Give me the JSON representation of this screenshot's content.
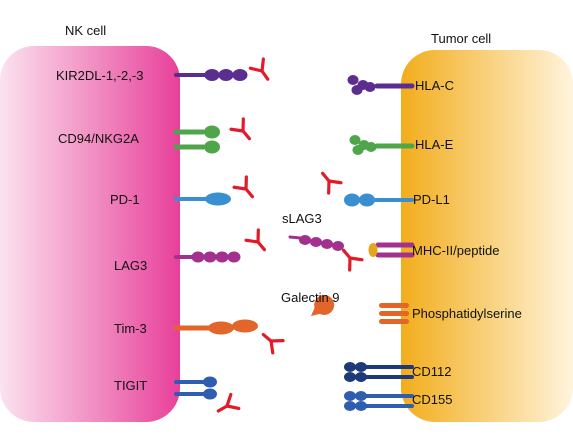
{
  "nk_cell": {
    "title": "NK cell",
    "receptors": [
      {
        "key": "kir",
        "label": "KIR2DL-1,-2,-3"
      },
      {
        "key": "cd94",
        "label": "CD94/NKG2A"
      },
      {
        "key": "pd1",
        "label": "PD-1"
      },
      {
        "key": "lag3",
        "label": "LAG3"
      },
      {
        "key": "tim3",
        "label": "Tim-3"
      },
      {
        "key": "tigit",
        "label": "TIGIT"
      }
    ]
  },
  "tumor_cell": {
    "title": "Tumor cell",
    "ligands": [
      {
        "key": "hlac",
        "label": "HLA-C"
      },
      {
        "key": "hlae",
        "label": "HLA-E"
      },
      {
        "key": "pdl1",
        "label": "PD-L1"
      },
      {
        "key": "mhc2",
        "label": "MHC-II/peptide"
      },
      {
        "key": "ps",
        "label": "Phosphatidylserine"
      },
      {
        "key": "cd112",
        "label": "CD112"
      },
      {
        "key": "cd155",
        "label": "CD155"
      }
    ]
  },
  "soluble": {
    "slag3": "sLAG3",
    "galectin9": "Galectin 9"
  },
  "colors": {
    "nk_gradient_edge": "#e8409a",
    "nk_gradient_inner": "#fbe3ef",
    "tumor_gradient_edge": "#f2ad1c",
    "tumor_gradient_inner": "#fff4dc",
    "antibody": "#e11b2a",
    "kir": "#5b2d8e",
    "cd94": "#4fa64a",
    "pd1": "#3a8fd0",
    "lag3": "#a2308f",
    "tim3": "#e2652a",
    "tigit": "#2f5db0",
    "hlac": "#5b2d8e",
    "hlae": "#4fa64a",
    "pdl1": "#3a8fd0",
    "mhc2": "#a2308f",
    "ps": "#e2652a",
    "cd112": "#1f3a7a",
    "cd155": "#2f5db0",
    "galectin9": "#e2652a"
  },
  "icons": [
    "antibody-icon",
    "galectin9-icon"
  ]
}
